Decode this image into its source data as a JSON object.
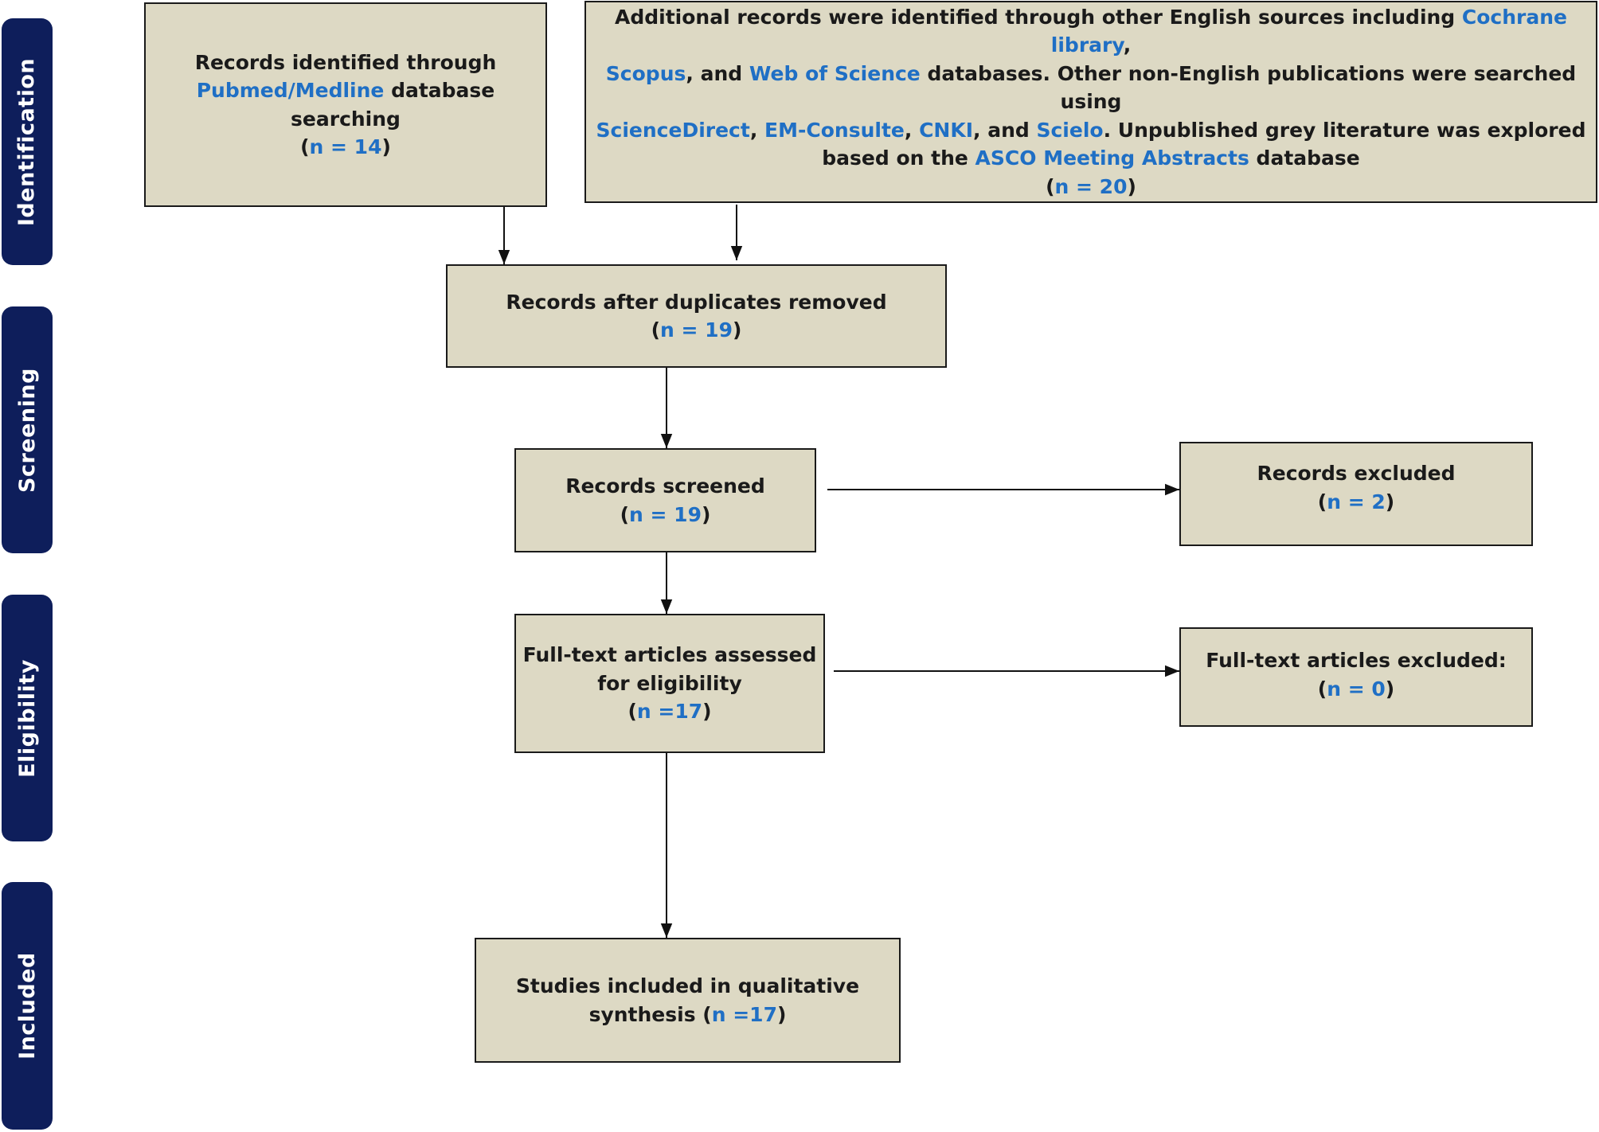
{
  "colors": {
    "box_fill": "#ddd9c4",
    "box_border": "#1a1a1a",
    "phase_fill": "#0e1e5b",
    "link_blue": "#1f6fc5"
  },
  "phases": [
    "Identification",
    "Screening",
    "Eligibility",
    "Included"
  ],
  "boxes": {
    "pubmed": {
      "line1": "Records identified through",
      "link": "Pubmed/Medline",
      "line2_rest": " database",
      "line3": "searching",
      "n": "n = 14"
    },
    "additional": {
      "t1": "Additional records were identified through other English sources including ",
      "l_cochrane": "Cochrane library",
      "t2": ",",
      "l_scopus": "Scopus",
      "t3": ", and ",
      "l_wos": "Web of Science",
      "t4": " databases. Other non-English publications were searched using",
      "l_sciencedirect": "ScienceDirect",
      "t5": ", ",
      "l_emc": "EM-Consulte",
      "t6": ", ",
      "l_cnki": "CNKI",
      "t7": ", and ",
      "l_scielo": "Scielo",
      "t8": ". Unpublished grey literature was explored",
      "t9": "based on the ",
      "l_asco": "ASCO Meeting Abstracts",
      "t10": " database",
      "n": "n = 20"
    },
    "duplicates": {
      "label": "Records after duplicates removed",
      "n": "n = 19"
    },
    "screened": {
      "label": "Records screened",
      "n": "n = 19"
    },
    "excluded": {
      "label": "Records excluded",
      "n": "n = 2"
    },
    "fulltext": {
      "line1": "Full-text articles assessed",
      "line2": "for eligibility",
      "n": "n =17"
    },
    "fulltext_excluded": {
      "label": "Full-text articles excluded:",
      "n": "n = 0"
    },
    "included": {
      "line1": "Studies included in qualitative",
      "line2": "synthesis ",
      "n": "n =17"
    }
  }
}
